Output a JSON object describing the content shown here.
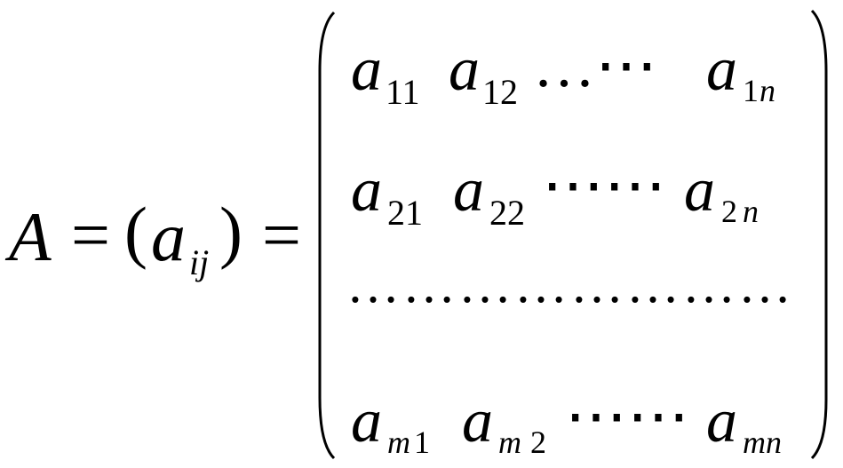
{
  "equation": {
    "lhs": {
      "symbol": "A",
      "eq1": "=",
      "lparen": "(",
      "a": "a",
      "sub": "ij",
      "rparen": ")",
      "eq2": "="
    },
    "row1": {
      "a11": "a",
      "s11": "11",
      "a12": "a",
      "s12": "12",
      "dots": "…⋯",
      "a1n": "a",
      "s1n_num": "1",
      "s1n_var": "n"
    },
    "row2": {
      "a21": "a",
      "s21": "21",
      "a22": "a",
      "s22": "22",
      "dots": "⋯⋯",
      "a2n": "a",
      "s2n_num": "2",
      "s2n_var": "n"
    },
    "row3": {
      "dots": "……………………"
    },
    "row4": {
      "am1": "a",
      "sm1_var": "m",
      "sm1_num": "1",
      "am2": "a",
      "sm2_var": "m",
      "sm2_num": "2",
      "dots": "⋯⋯",
      "amn": "a",
      "smn": "mn"
    }
  }
}
